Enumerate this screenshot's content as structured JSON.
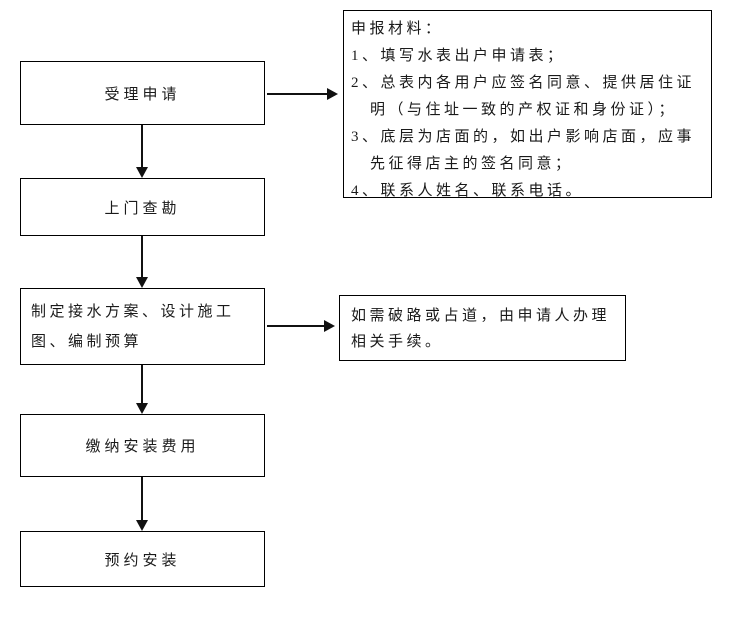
{
  "colors": {
    "background": "#ffffff",
    "border": "#000000",
    "text": "#1a1a1a"
  },
  "flow": {
    "steps": [
      {
        "id": "accept-application",
        "label": "受理申请"
      },
      {
        "id": "site-survey",
        "label": "上门查勘"
      },
      {
        "id": "plan-design-budget",
        "label": "制定接水方案、设计施工图、编制预算",
        "lines": [
          "制定接水方案、设计施工",
          "图、编制预算"
        ]
      },
      {
        "id": "pay-installation-fee",
        "label": "缴纳安装费用"
      },
      {
        "id": "schedule-installation",
        "label": "预约安装"
      }
    ]
  },
  "materials_note": {
    "title": "申报材料：",
    "lines": [
      "1、填写水表出户申请表；",
      "2、总表内各用户应签名同意、提供居住证",
      "明（与住址一致的产权证和身份证）；",
      "3、底层为店面的，如出户影响店面，应事",
      "先征得店主的签名同意；",
      "4、联系人姓名、联系电话。"
    ]
  },
  "road_note": {
    "lines": [
      "如需破路或占道，由申请人办理",
      "相关手续。"
    ]
  }
}
